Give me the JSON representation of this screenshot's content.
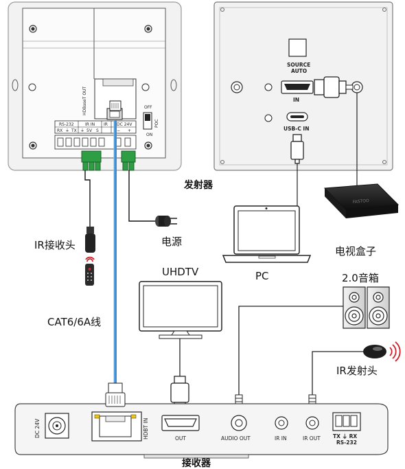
{
  "transmitter": {
    "caption": "发射器",
    "hdbaset_out": "HDBaseT OUT",
    "terminal_groups": [
      "RS-232",
      "IR IN",
      "IR",
      "DC 24V"
    ],
    "terminal_pins": [
      "RX",
      "⏚",
      "TX",
      "⏚",
      "5V",
      "S",
      "−",
      "+"
    ],
    "poc_switch": {
      "off": "OFF",
      "on": "ON",
      "name": "POC"
    }
  },
  "wallplate": {
    "source_auto": [
      "SOURCE",
      "AUTO"
    ],
    "hdmi_in": "IN",
    "usbc_in": "USB-C IN"
  },
  "devices": {
    "ir_receiver": "IR接收头",
    "power": "电源",
    "pc": "PC",
    "tv_box": "电视盒子",
    "cable": "CAT6/6A线",
    "uhdtv": "UHDTV",
    "speakers": "2.0音箱",
    "ir_emitter": "IR发射头",
    "tv_box_brand": "FASTOO"
  },
  "receiver": {
    "caption": "接收器",
    "dc": "DC 24V",
    "hdbt_in": "HDBT IN",
    "out": "OUT",
    "audio_out": "AUDIO OUT",
    "ir_in": "IR IN",
    "ir_out": "IR OUT",
    "rs232_pins": "TX  ⏚  RX",
    "rs232": "RS-232"
  },
  "colors": {
    "cat_cable": "#3f8fd6",
    "green_terminal": "#2e9e44",
    "line": "#222222"
  }
}
